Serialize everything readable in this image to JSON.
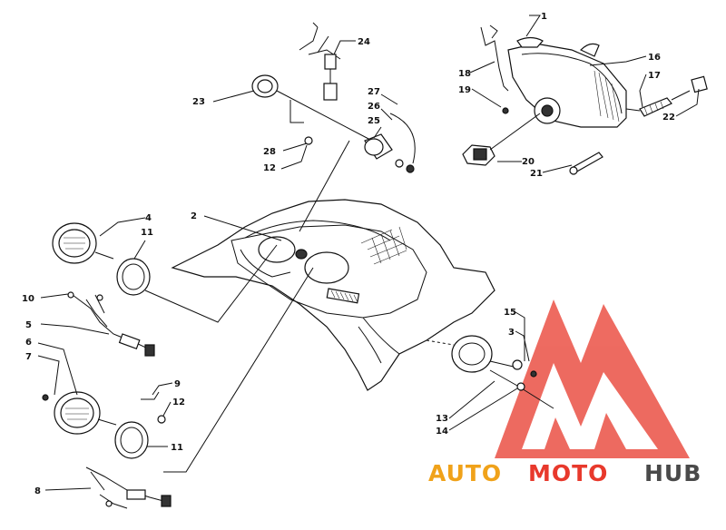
{
  "callouts": {
    "c1": "1",
    "c2": "2",
    "c3": "3",
    "c4": "4",
    "c5": "5",
    "c6": "6",
    "c7": "7",
    "c8": "8",
    "c9": "9",
    "c10": "10",
    "c11a": "11",
    "c11b": "11",
    "c12a": "12",
    "c12b": "12",
    "c13": "13",
    "c14": "14",
    "c15": "15",
    "c16": "16",
    "c17": "17",
    "c18": "18",
    "c19": "19",
    "c20": "20",
    "c21": "21",
    "c22": "22",
    "c23": "23",
    "c24": "24",
    "c25": "25",
    "c26": "26",
    "c27": "27",
    "c28": "28"
  },
  "watermark": {
    "part1": "AUTO",
    "part2": "MOTO",
    "part3": "HUB",
    "color_red": "#e8392c",
    "color_orange": "#f0a21a",
    "color_dark": "#4a4a4a"
  }
}
